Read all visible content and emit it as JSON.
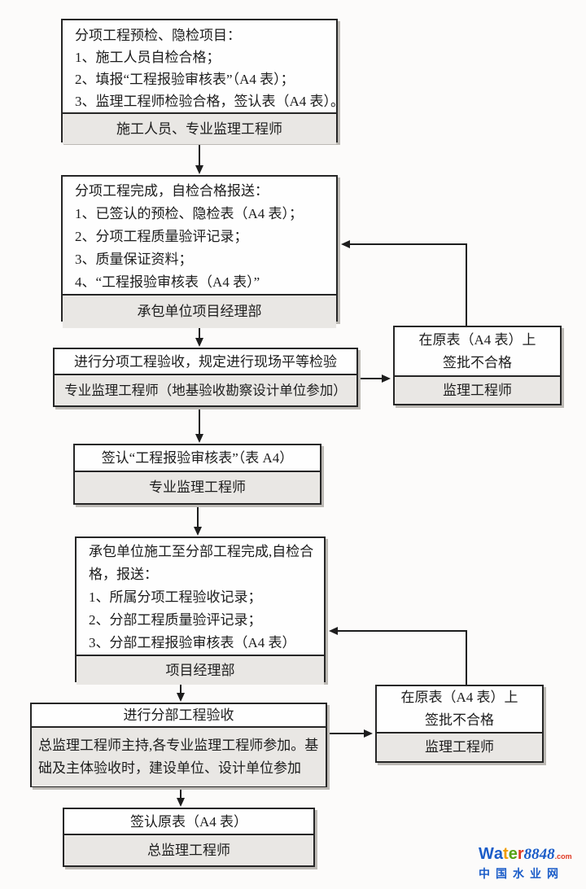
{
  "flowchart": {
    "box1": {
      "lines": [
        "分项工程预检、隐检项目：",
        "1、施工人员自检合格；",
        "2、填报“工程报验审核表”（A4 表）；",
        "3、监理工程师检验合格，签认表（A4 表）。"
      ],
      "footer": "施工人员、专业监理工程师"
    },
    "box2": {
      "lines": [
        "分项工程完成，自检合格报送：",
        "1、已签认的预检、隐检表（A4 表）；",
        "2、分项工程质量验评记录；",
        "3、质量保证资料；",
        "4、“工程报验审核表（A4 表）”"
      ],
      "footer": "承包单位项目经理部"
    },
    "box3": {
      "title": "进行分项工程验收，规定进行现场平等检验",
      "footer": "专业监理工程师（地基验收勘察设计单位参加）"
    },
    "reject1": {
      "line1": "在原表（A4 表）上",
      "line2": "签批不合格",
      "footer": "监理工程师"
    },
    "box4": {
      "title": "签认“工程报验审核表”（表 A4）",
      "footer": "专业监理工程师"
    },
    "box5": {
      "lines": [
        "承包单位施工至分部工程完成,自检合格，报送：",
        "1、所属分项工程验收记录；",
        "2、分部工程质量验评记录；",
        "3、分部工程报验审核表（A4 表）"
      ],
      "footer": "项目经理部"
    },
    "box6": {
      "title": "进行分部工程验收",
      "footer": "总监理工程师主持,各专业监理工程师参加。基础及主体验收时，建设单位、设计单位参加"
    },
    "reject2": {
      "line1": "在原表（A4 表）上",
      "line2": "签批不合格",
      "footer": "监理工程师"
    },
    "box7": {
      "title": "签认原表（A4 表）",
      "footer": "总监理工程师"
    }
  },
  "watermark": {
    "letters": [
      {
        "char": "W",
        "color": "#1a5cc8"
      },
      {
        "char": "a",
        "color": "#1a5cc8"
      },
      {
        "char": "t",
        "color": "#f09c00"
      },
      {
        "char": "e",
        "color": "#55a315"
      },
      {
        "char": "r",
        "color": "#e03a24"
      }
    ],
    "number": "8848",
    "number_color": "#1a5cc8",
    "tld": ".com",
    "tld_color": "#e03a24",
    "subtitle": "中国水业网",
    "subtitle_color": "#1a5cc8"
  }
}
